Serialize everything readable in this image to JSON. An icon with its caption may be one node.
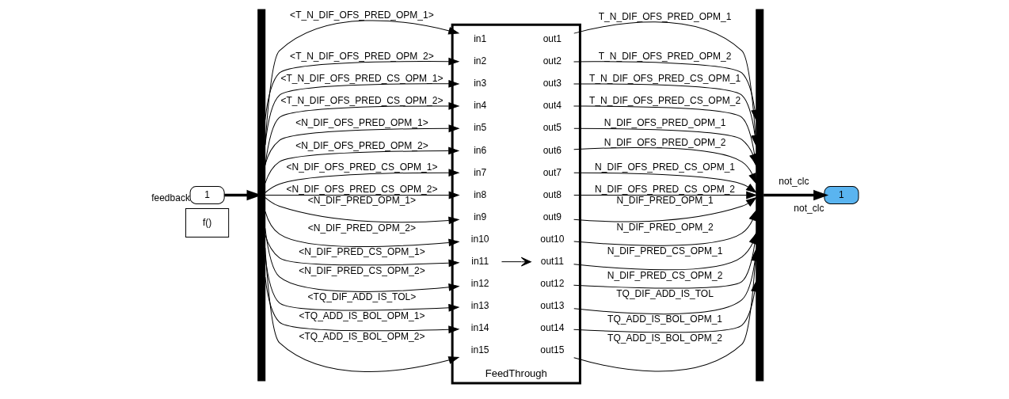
{
  "diagram": {
    "nodes": [
      {
        "text": [
          "f()"
        ]
      },
      {
        "text": [
          "1"
        ],
        "beside": [
          "feedback"
        ]
      },
      {
        "text": [],
        "shape": "bar"
      },
      {
        "text": [
          "FeedThrough"
        ]
      },
      {
        "text": [
          "in1"
        ],
        "in": 3
      },
      {
        "text": [
          "in2"
        ],
        "in": 3
      },
      {
        "text": [
          "in3"
        ],
        "in": 3
      },
      {
        "text": [
          "in4"
        ],
        "in": 3
      },
      {
        "text": [
          "in5"
        ],
        "in": 3
      },
      {
        "text": [
          "in6"
        ],
        "in": 3
      },
      {
        "text": [
          "in7"
        ],
        "in": 3
      },
      {
        "text": [
          "in8"
        ],
        "in": 3
      },
      {
        "text": [
          "in9"
        ],
        "in": 3
      },
      {
        "text": [
          "in10"
        ],
        "in": 3
      },
      {
        "text": [
          "in11"
        ],
        "in": 3
      },
      {
        "text": [
          "in12"
        ],
        "in": 3
      },
      {
        "text": [
          "in13"
        ],
        "in": 3
      },
      {
        "text": [
          "in14"
        ],
        "in": 3
      },
      {
        "text": [
          "in15"
        ],
        "in": 3
      },
      {
        "text": [
          "out1"
        ],
        "in": 3
      },
      {
        "text": [
          "out2"
        ],
        "in": 3
      },
      {
        "text": [
          "out3"
        ],
        "in": 3
      },
      {
        "text": [
          "out4"
        ],
        "in": 3
      },
      {
        "text": [
          "out5"
        ],
        "in": 3
      },
      {
        "text": [
          "out6"
        ],
        "in": 3
      },
      {
        "text": [
          "out7"
        ],
        "in": 3
      },
      {
        "text": [
          "out8"
        ],
        "in": 3
      },
      {
        "text": [
          "out9"
        ],
        "in": 3
      },
      {
        "text": [
          "out10"
        ],
        "in": 3
      },
      {
        "text": [
          "out11"
        ],
        "in": 3
      },
      {
        "text": [
          "out12"
        ],
        "in": 3
      },
      {
        "text": [
          "out13"
        ],
        "in": 3
      },
      {
        "text": [
          "out14"
        ],
        "in": 3
      },
      {
        "text": [
          "out15"
        ],
        "in": 3
      },
      {
        "text": [],
        "shape": "bar"
      },
      {
        "text": [
          "1"
        ],
        "beside": [
          "not_clc"
        ]
      }
    ],
    "edges": [
      {
        "from": 1,
        "to": 2,
        "arrow": "to",
        "style": "thick"
      },
      {
        "from": 2,
        "to": 4,
        "arrow": "to",
        "label": "<T_N_DIF_OFS_PRED_OPM_1>"
      },
      {
        "from": 2,
        "to": 5,
        "arrow": "to",
        "label": "<T_N_DIF_OFS_PRED_OPM_2>"
      },
      {
        "from": 2,
        "to": 6,
        "arrow": "to",
        "label": "<T_N_DIF_OFS_PRED_CS_OPM_1>"
      },
      {
        "from": 2,
        "to": 7,
        "arrow": "to",
        "label": "<T_N_DIF_OFS_PRED_CS_OPM_2>"
      },
      {
        "from": 2,
        "to": 8,
        "arrow": "to",
        "label": "<N_DIF_OFS_PRED_OPM_1>"
      },
      {
        "from": 2,
        "to": 9,
        "arrow": "to",
        "label": "<N_DIF_OFS_PRED_OPM_2>"
      },
      {
        "from": 2,
        "to": 10,
        "arrow": "to",
        "label": "<N_DIF_OFS_PRED_CS_OPM_1>"
      },
      {
        "from": 2,
        "to": 11,
        "arrow": "to",
        "label": "<N_DIF_OFS_PRED_CS_OPM_2>"
      },
      {
        "from": 2,
        "to": 12,
        "arrow": "to",
        "label": "<N_DIF_PRED_OPM_1>"
      },
      {
        "from": 2,
        "to": 13,
        "arrow": "to",
        "label": "<N_DIF_PRED_OPM_2>"
      },
      {
        "from": 2,
        "to": 14,
        "arrow": "to",
        "label": "<N_DIF_PRED_CS_OPM_1>"
      },
      {
        "from": 2,
        "to": 15,
        "arrow": "to",
        "label": "<N_DIF_PRED_CS_OPM_2>"
      },
      {
        "from": 2,
        "to": 16,
        "arrow": "to",
        "label": "<TQ_DIF_ADD_IS_TOL>"
      },
      {
        "from": 2,
        "to": 17,
        "arrow": "to",
        "label": "<TQ_ADD_IS_BOL_OPM_1>"
      },
      {
        "from": 2,
        "to": 18,
        "arrow": "to",
        "label": "<TQ_ADD_IS_BOL_OPM_2>"
      },
      {
        "from": 14,
        "to": 29,
        "arrow": "to"
      },
      {
        "from": 19,
        "to": 34,
        "arrow": "to",
        "label": "T_N_DIF_OFS_PRED_OPM_1"
      },
      {
        "from": 20,
        "to": 34,
        "arrow": "to",
        "label": "T_N_DIF_OFS_PRED_OPM_2"
      },
      {
        "from": 21,
        "to": 34,
        "arrow": "to",
        "label": "T_N_DIF_OFS_PRED_CS_OPM_1"
      },
      {
        "from": 22,
        "to": 34,
        "arrow": "to",
        "label": "T_N_DIF_OFS_PRED_CS_OPM_2"
      },
      {
        "from": 23,
        "to": 34,
        "arrow": "to",
        "label": "N_DIF_OFS_PRED_OPM_1"
      },
      {
        "from": 24,
        "to": 34,
        "arrow": "to",
        "label": "N_DIF_OFS_PRED_OPM_2"
      },
      {
        "from": 25,
        "to": 34,
        "arrow": "to",
        "label": "N_DIF_OFS_PRED_CS_OPM_1"
      },
      {
        "from": 26,
        "to": 34,
        "arrow": "to",
        "label": "N_DIF_OFS_PRED_CS_OPM_2"
      },
      {
        "from": 27,
        "to": 34,
        "arrow": "to",
        "label": "N_DIF_PRED_OPM_1"
      },
      {
        "from": 28,
        "to": 34,
        "arrow": "to",
        "label": "N_DIF_PRED_OPM_2"
      },
      {
        "from": 29,
        "to": 34,
        "arrow": "to",
        "label": "N_DIF_PRED_CS_OPM_1"
      },
      {
        "from": 30,
        "to": 34,
        "arrow": "to",
        "label": "N_DIF_PRED_CS_OPM_2"
      },
      {
        "from": 31,
        "to": 34,
        "arrow": "to",
        "label": "TQ_DIF_ADD_IS_TOL"
      },
      {
        "from": 32,
        "to": 34,
        "arrow": "to",
        "label": "TQ_ADD_IS_BOL_OPM_1"
      },
      {
        "from": 33,
        "to": 34,
        "arrow": "to",
        "label": "TQ_ADD_IS_BOL_OPM_2"
      },
      {
        "from": 34,
        "to": 35,
        "arrow": "to",
        "label": "not_clc",
        "style": "thick"
      }
    ]
  }
}
